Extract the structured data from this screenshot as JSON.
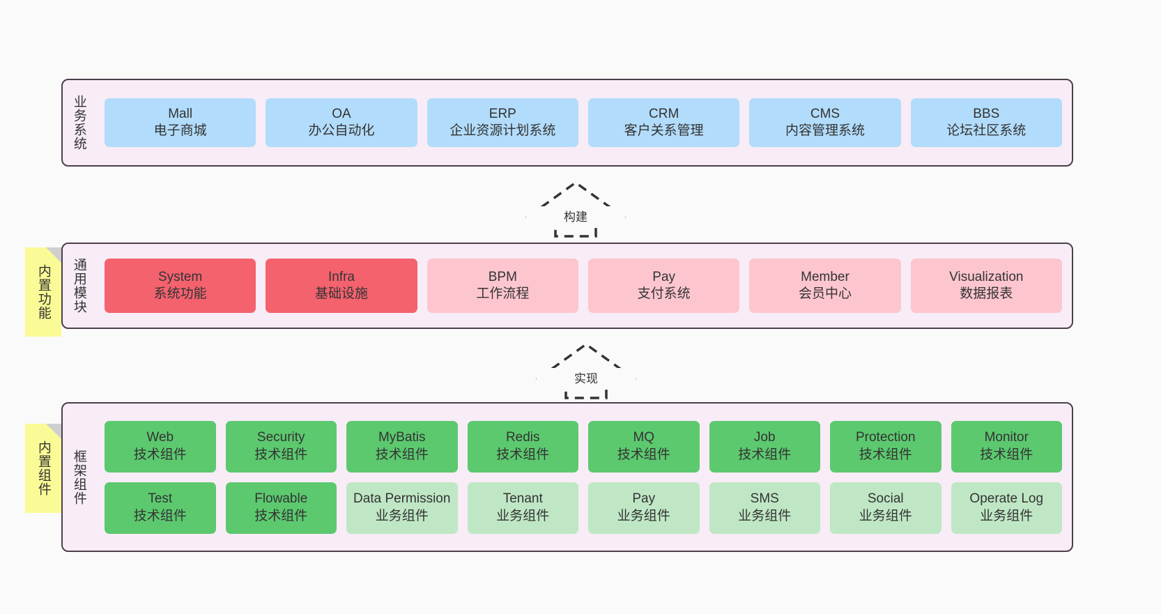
{
  "theme": {
    "canvas_bg": "#fafafa",
    "layer_bg": "#f8ecf6",
    "layer_border": "#4b3f4b",
    "note_bg": "#fafa96",
    "note_fold": "#cfcfcf",
    "blue": "#b2dcfb",
    "red": "#f4626e",
    "pink": "#fdc6cf",
    "green": "#5cc96f",
    "green_light": "#bfe7c5",
    "text": "#333333"
  },
  "layers": [
    {
      "id": "business",
      "title": "业务系统",
      "rows": [
        [
          {
            "en": "Mall",
            "cn": "电子商城",
            "color": "blue"
          },
          {
            "en": "OA",
            "cn": "办公自动化",
            "color": "blue"
          },
          {
            "en": "ERP",
            "cn": "企业资源计划系统",
            "color": "blue"
          },
          {
            "en": "CRM",
            "cn": "客户关系管理",
            "color": "blue"
          },
          {
            "en": "CMS",
            "cn": "内容管理系统",
            "color": "blue"
          },
          {
            "en": "BBS",
            "cn": "论坛社区系统",
            "color": "blue"
          }
        ]
      ]
    },
    {
      "id": "modules",
      "title": "通用模块",
      "rows": [
        [
          {
            "en": "System",
            "cn": "系统功能",
            "color": "red"
          },
          {
            "en": "Infra",
            "cn": "基础设施",
            "color": "red"
          },
          {
            "en": "BPM",
            "cn": "工作流程",
            "color": "pink"
          },
          {
            "en": "Pay",
            "cn": "支付系统",
            "color": "pink"
          },
          {
            "en": "Member",
            "cn": "会员中心",
            "color": "pink"
          },
          {
            "en": "Visualization",
            "cn": "数据报表",
            "color": "pink"
          }
        ]
      ]
    },
    {
      "id": "framework",
      "title": "框架组件",
      "rows": [
        [
          {
            "en": "Web",
            "cn": "技术组件",
            "color": "green"
          },
          {
            "en": "Security",
            "cn": "技术组件",
            "color": "green"
          },
          {
            "en": "MyBatis",
            "cn": "技术组件",
            "color": "green"
          },
          {
            "en": "Redis",
            "cn": "技术组件",
            "color": "green"
          },
          {
            "en": "MQ",
            "cn": "技术组件",
            "color": "green"
          },
          {
            "en": "Job",
            "cn": "技术组件",
            "color": "green"
          },
          {
            "en": "Protection",
            "cn": "技术组件",
            "color": "green"
          },
          {
            "en": "Monitor",
            "cn": "技术组件",
            "color": "green"
          }
        ],
        [
          {
            "en": "Test",
            "cn": "技术组件",
            "color": "green"
          },
          {
            "en": "Flowable",
            "cn": "技术组件",
            "color": "green"
          },
          {
            "en": "Data Permission",
            "cn": "业务组件",
            "color": "green-light",
            "wrap": true
          },
          {
            "en": "Tenant",
            "cn": "业务组件",
            "color": "green-light"
          },
          {
            "en": "Pay",
            "cn": "业务组件",
            "color": "green-light"
          },
          {
            "en": "SMS",
            "cn": "业务组件",
            "color": "green-light"
          },
          {
            "en": "Social",
            "cn": "业务组件",
            "color": "green-light"
          },
          {
            "en": "Operate Log",
            "cn": "业务组件",
            "color": "green-light"
          }
        ]
      ]
    }
  ],
  "notes": [
    {
      "id": "modules",
      "text": "内置功能"
    },
    {
      "id": "framework",
      "text": "内置组件"
    }
  ],
  "connectors": [
    {
      "id": "build",
      "label": "构建",
      "direction": "up"
    },
    {
      "id": "impl",
      "label": "实现",
      "direction": "up"
    }
  ]
}
